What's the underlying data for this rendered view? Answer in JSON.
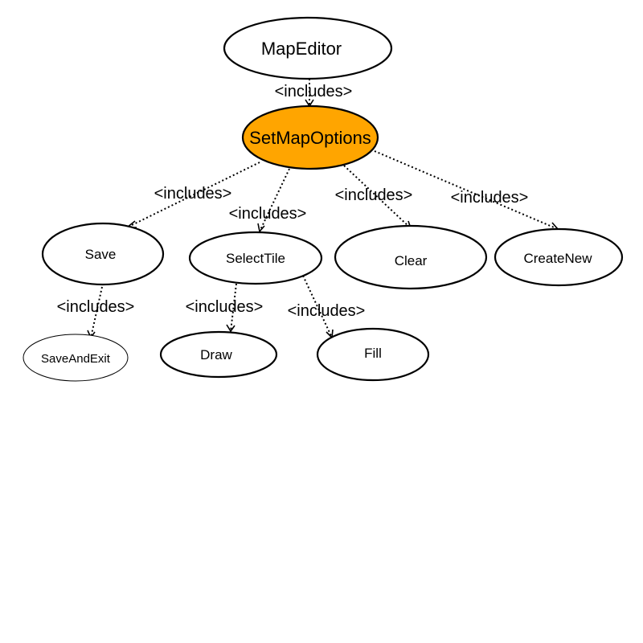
{
  "diagram": {
    "nodes": {
      "map_editor": "MapEditor",
      "set_map_options": "SetMapOptions",
      "save": "Save",
      "select_tile": "SelectTile",
      "clear": "Clear",
      "create_new": "CreateNew",
      "save_and_exit": "SaveAndExit",
      "draw": "Draw",
      "fill": "Fill"
    },
    "edge_label": "<includes>",
    "colors": {
      "highlight_fill": "#FFA500",
      "default_fill": "#FFFFFF",
      "stroke": "#000000"
    }
  }
}
